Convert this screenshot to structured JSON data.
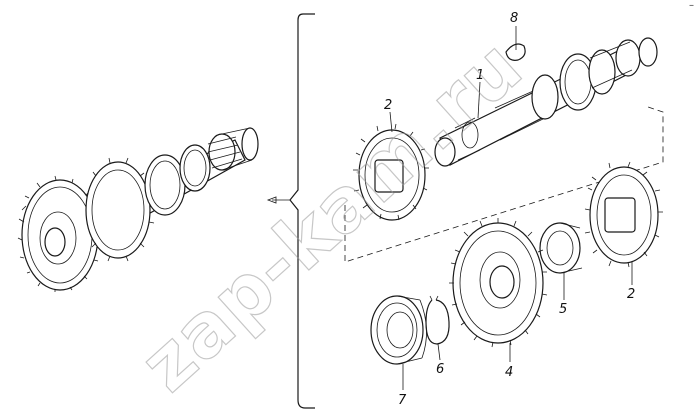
{
  "diagram": {
    "callouts": [
      {
        "id": "1",
        "text": "1"
      },
      {
        "id": "2a",
        "text": "2"
      },
      {
        "id": "2b",
        "text": "2"
      },
      {
        "id": "4",
        "text": "4"
      },
      {
        "id": "5",
        "text": "5"
      },
      {
        "id": "6",
        "text": "6"
      },
      {
        "id": "7",
        "text": "7"
      },
      {
        "id": "8",
        "text": "8"
      }
    ],
    "watermark": "zap-kam.ru",
    "corner_mark": "–"
  },
  "colors": {
    "line": "#1a1a1a",
    "watermark": "#9a9a9a",
    "background": "#ffffff"
  }
}
